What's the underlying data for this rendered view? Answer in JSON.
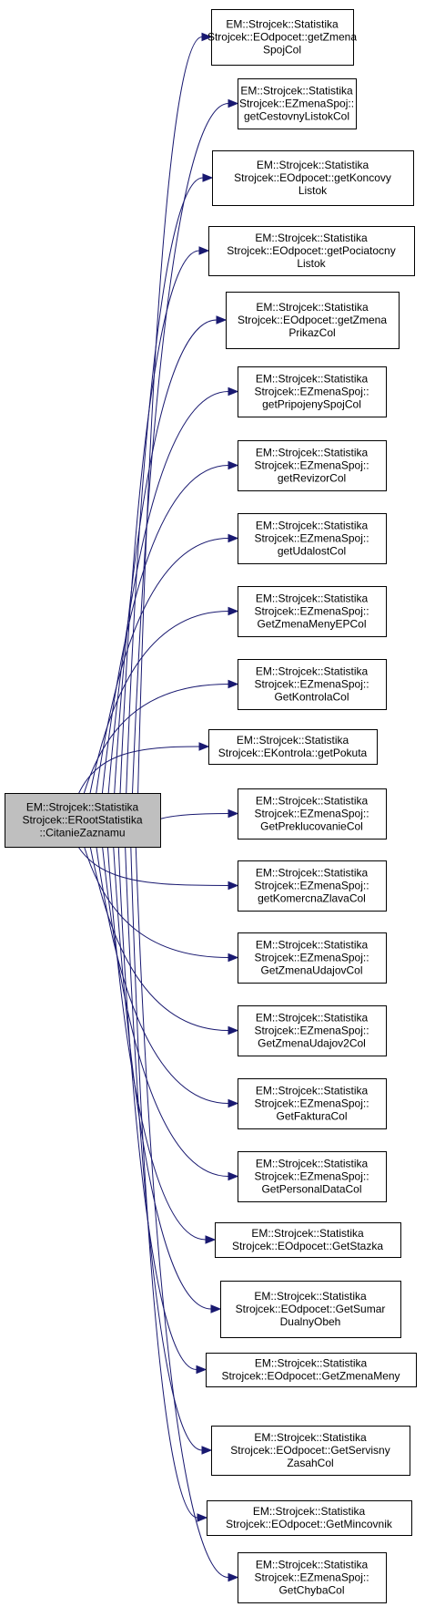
{
  "root": {
    "lines": [
      "EM::Strojcek::Statistika",
      "Strojcek::ERootStatistika",
      "::CitanieZaznamu"
    ]
  },
  "callees": [
    {
      "lines": [
        "EM::Strojcek::Statistika",
        "Strojcek::EOdpocet::getZmena",
        "SpojCol"
      ]
    },
    {
      "lines": [
        "EM::Strojcek::Statistika",
        "Strojcek::EZmenaSpoj::",
        "getCestovnyListokCol"
      ]
    },
    {
      "lines": [
        "EM::Strojcek::Statistika",
        "Strojcek::EOdpocet::getKoncovy",
        "Listok"
      ]
    },
    {
      "lines": [
        "EM::Strojcek::Statistika",
        "Strojcek::EOdpocet::getPociatocny",
        "Listok"
      ]
    },
    {
      "lines": [
        "EM::Strojcek::Statistika",
        "Strojcek::EOdpocet::getZmena",
        "PrikazCol"
      ]
    },
    {
      "lines": [
        "EM::Strojcek::Statistika",
        "Strojcek::EZmenaSpoj::",
        "getPripojenySpojCol"
      ]
    },
    {
      "lines": [
        "EM::Strojcek::Statistika",
        "Strojcek::EZmenaSpoj::",
        "getRevizorCol"
      ]
    },
    {
      "lines": [
        "EM::Strojcek::Statistika",
        "Strojcek::EZmenaSpoj::",
        "getUdalostCol"
      ]
    },
    {
      "lines": [
        "EM::Strojcek::Statistika",
        "Strojcek::EZmenaSpoj::",
        "GetZmenaMenyEPCol"
      ]
    },
    {
      "lines": [
        "EM::Strojcek::Statistika",
        "Strojcek::EZmenaSpoj::",
        "GetKontrolaCol"
      ]
    },
    {
      "lines": [
        "EM::Strojcek::Statistika",
        "Strojcek::EKontrola::getPokuta"
      ]
    },
    {
      "lines": [
        "EM::Strojcek::Statistika",
        "Strojcek::EZmenaSpoj::",
        "GetPreklucovanieCol"
      ]
    },
    {
      "lines": [
        "EM::Strojcek::Statistika",
        "Strojcek::EZmenaSpoj::",
        "getKomercnaZlavaCol"
      ]
    },
    {
      "lines": [
        "EM::Strojcek::Statistika",
        "Strojcek::EZmenaSpoj::",
        "GetZmenaUdajovCol"
      ]
    },
    {
      "lines": [
        "EM::Strojcek::Statistika",
        "Strojcek::EZmenaSpoj::",
        "GetZmenaUdajov2Col"
      ]
    },
    {
      "lines": [
        "EM::Strojcek::Statistika",
        "Strojcek::EZmenaSpoj::",
        "GetFakturaCol"
      ]
    },
    {
      "lines": [
        "EM::Strojcek::Statistika",
        "Strojcek::EZmenaSpoj::",
        "GetPersonalDataCol"
      ]
    },
    {
      "lines": [
        "EM::Strojcek::Statistika",
        "Strojcek::EOdpocet::GetStazka"
      ]
    },
    {
      "lines": [
        "EM::Strojcek::Statistika",
        "Strojcek::EOdpocet::GetSumar",
        "DualnyObeh"
      ]
    },
    {
      "lines": [
        "EM::Strojcek::Statistika",
        "Strojcek::EOdpocet::GetZmenaMeny"
      ]
    },
    {
      "lines": [
        "EM::Strojcek::Statistika",
        "Strojcek::EOdpocet::GetServisny",
        "ZasahCol"
      ]
    },
    {
      "lines": [
        "EM::Strojcek::Statistika",
        "Strojcek::EOdpocet::GetMincovnik"
      ]
    },
    {
      "lines": [
        "EM::Strojcek::Statistika",
        "Strojcek::EZmenaSpoj::",
        "GetChybaCol"
      ]
    }
  ],
  "colors": {
    "edge": "#191970",
    "root_fill": "#bfbfbf",
    "node_fill": "#ffffff",
    "border": "#000000"
  }
}
